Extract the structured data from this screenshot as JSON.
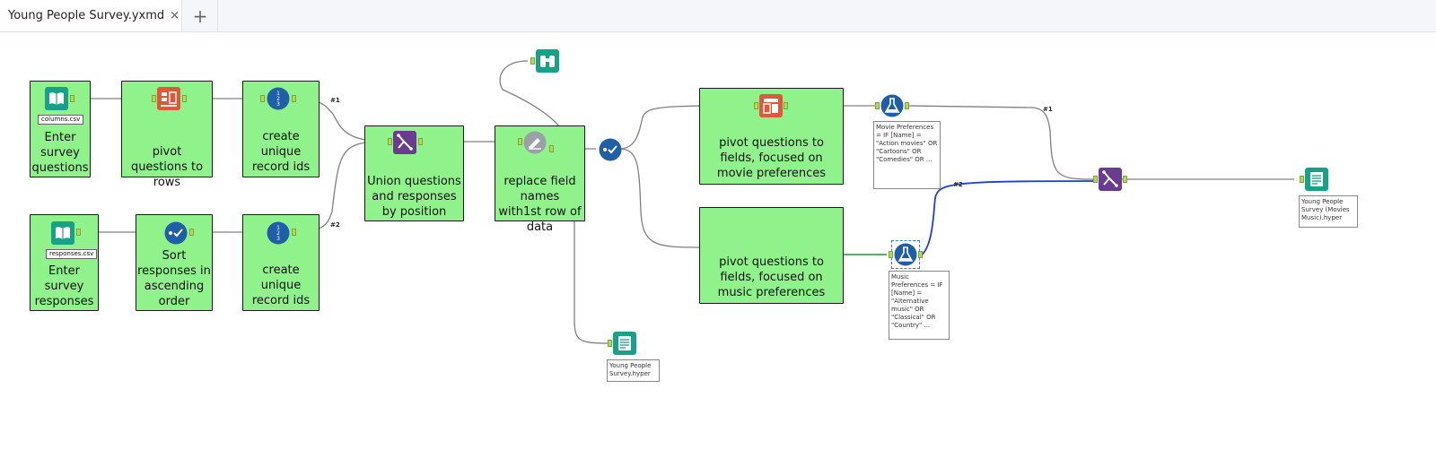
{
  "tab": {
    "title": "Young People Survey.yxmd",
    "close": "×",
    "add": "+"
  },
  "colors": {
    "container_fill": "#8ff28a",
    "teal_tool": "#17a287",
    "blue_tool": "#1f5fa8",
    "purple_tool": "#6b3b8f",
    "orange_tool": "#e0573a",
    "wire": "#808080",
    "selected_wire_blue": "#1f3fd6",
    "selected_wire_green": "#1a9a3a"
  },
  "workflow": {
    "input_questions": {
      "file": "columns.csv",
      "annotation": "Enter survey questions"
    },
    "pivot_rows": {
      "annotation": "pivot questions to rows"
    },
    "recid_1": {
      "annotation": "create unique record ids"
    },
    "input_responses": {
      "file": "responses.csv",
      "annotation": "Enter survey responses"
    },
    "sort": {
      "annotation": "Sort responses in ascending order"
    },
    "recid_2": {
      "annotation": "create unique record ids"
    },
    "union_1": {
      "annotation": "Union questions and responses by position"
    },
    "rename": {
      "annotation": "replace field names with1st row of data"
    },
    "pivot_movie": {
      "annotation": "pivot questions to fields, focused on movie preferences"
    },
    "pivot_music": {
      "annotation": "pivot questions to fields, focused on music preferences"
    },
    "formula_movie": {
      "note": "Movie Preferences = IF [Name] = \"Action movies\" OR \"Cartoons\" OR \"Comedies\" OR ..."
    },
    "formula_music": {
      "note": "Music Preferences = IF [Name] = \"Alternative music\" OR \"Classical\" OR \"Country\" ..."
    },
    "output_1": {
      "note": "Young People Survey.hyper"
    },
    "output_2": {
      "note": "Young People Survey (Movies Music).hyper"
    },
    "wire_labels": {
      "w1": "#1",
      "w2": "#2",
      "w3": "#1",
      "w4": "#2"
    }
  },
  "icons": [
    "book-input-icon",
    "transpose-icon",
    "record-id-icon",
    "union-icon",
    "dynamic-rename-icon",
    "sort-icon",
    "filter-check-icon",
    "crosstab-icon",
    "formula-flask-icon",
    "browse-binoculars-icon",
    "output-document-icon"
  ]
}
